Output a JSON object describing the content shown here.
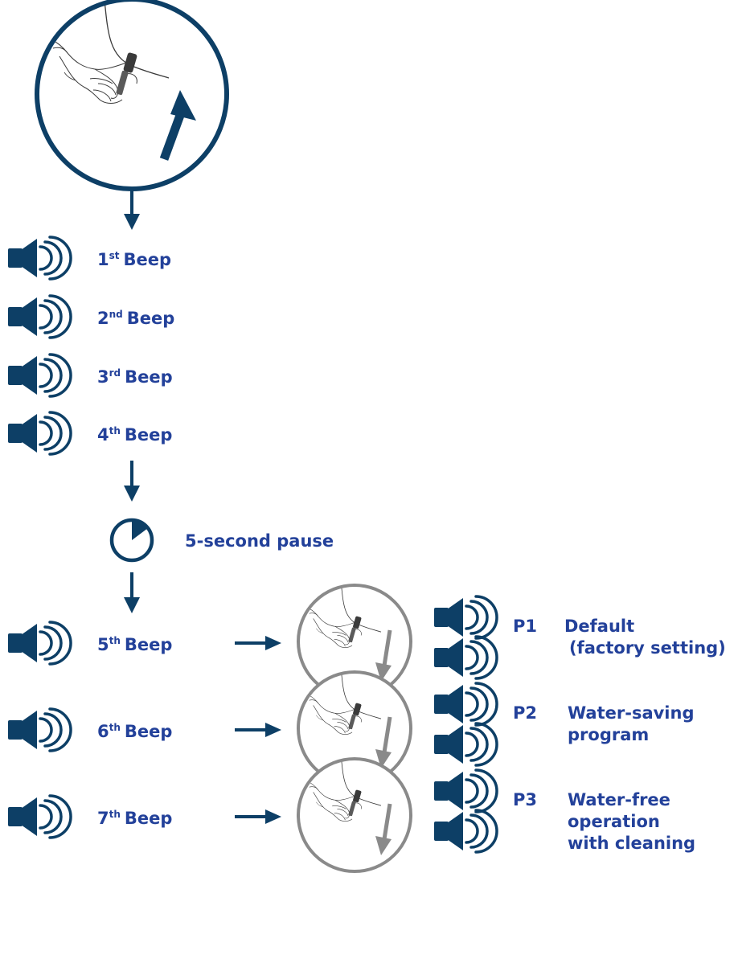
{
  "colors": {
    "navy": "#0d3f66",
    "text_blue": "#23419a",
    "gray": "#8a8a8a",
    "line": "#3a3a3a"
  },
  "icons": {
    "speaker": "speaker-icon",
    "timer": "timer-icon",
    "arrow": "arrow-icon",
    "hand": "hand-with-tool-illustration"
  },
  "beeps": [
    {
      "num": "1",
      "suffix": "st",
      "word": "Beep"
    },
    {
      "num": "2",
      "suffix": "nd",
      "word": "Beep"
    },
    {
      "num": "3",
      "suffix": "rd",
      "word": "Beep"
    },
    {
      "num": "4",
      "suffix": "th",
      "word": "Beep"
    },
    {
      "num": "5",
      "suffix": "th",
      "word": "Beep"
    },
    {
      "num": "6",
      "suffix": "th",
      "word": "Beep"
    },
    {
      "num": "7",
      "suffix": "th",
      "word": "Beep"
    }
  ],
  "pause_label": "5-second pause",
  "programs": [
    {
      "code": "P1",
      "lines": [
        "Default",
        "(factory setting)"
      ]
    },
    {
      "code": "P2",
      "lines": [
        "Water-saving",
        "program"
      ]
    },
    {
      "code": "P3",
      "lines": [
        "Water-free",
        "operation",
        "with cleaning"
      ]
    }
  ]
}
